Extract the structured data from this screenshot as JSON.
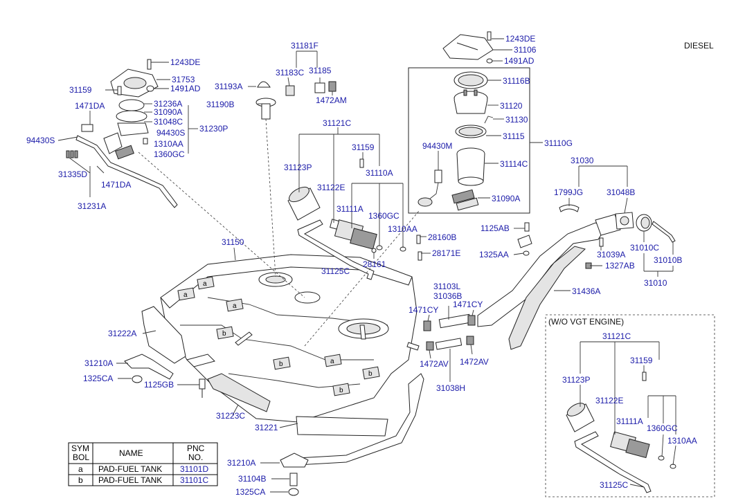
{
  "variant": "DIESEL",
  "sub_assembly_title": "(W/O VGT ENGINE)",
  "labels": {
    "l1243DE_a": "1243DE",
    "l1243DE_b": "1243DE",
    "l31106": "31106",
    "l1491AD_a": "1491AD",
    "l1491AD_b": "1491AD",
    "l31753": "31753",
    "l31159_a": "31159",
    "l31159_b": "31159",
    "l31159_c": "31159",
    "l1471DA_a": "1471DA",
    "l1471DA_b": "1471DA",
    "l31236A": "31236A",
    "l31090A_a": "31090A",
    "l31090A_b": "31090A",
    "l31048C": "31048C",
    "l94430S_a": "94430S",
    "l94430S_b": "94430S",
    "l31230P": "31230P",
    "l1310AA_a": "1310AA",
    "l1310AA_b": "1310AA",
    "l1310AA_c": "1310AA",
    "l1360GC_a": "1360GC",
    "l1360GC_b": "1360GC",
    "l1360GC_c": "1360GC",
    "l31335D": "31335D",
    "l31231A": "31231A",
    "l31181F": "31181F",
    "l31183C": "31183C",
    "l31185": "31185",
    "l31193A": "31193A",
    "l31190B": "31190B",
    "l1472AM": "1472AM",
    "l31116B": "31116B",
    "l31120": "31120",
    "l31130": "31130",
    "l31115": "31115",
    "l31110G": "31110G",
    "l94430M": "94430M",
    "l31114C": "31114C",
    "l31121C_a": "31121C",
    "l31121C_b": "31121C",
    "l31123P_a": "31123P",
    "l31123P_b": "31123P",
    "l31110A": "31110A",
    "l31122E_a": "31122E",
    "l31122E_b": "31122E",
    "l31111A_a": "31111A",
    "l31111A_b": "31111A",
    "l28160B": "28160B",
    "l28171E": "28171E",
    "l28161": "28161",
    "l31125C_a": "31125C",
    "l31125C_b": "31125C",
    "l31030": "31030",
    "l1799JG": "1799JG",
    "l31048B": "31048B",
    "l1125AB": "1125AB",
    "l1325AA": "1325AA",
    "l31039A": "31039A",
    "l31010C": "31010C",
    "l31010B": "31010B",
    "l1327AB": "1327AB",
    "l31010": "31010",
    "l31436A": "31436A",
    "l31150": "31150",
    "l31103L": "31103L",
    "l31036B": "31036B",
    "l1471CY_a": "1471CY",
    "l1471CY_b": "1471CY",
    "l1472AV_a": "1472AV",
    "l1472AV_b": "1472AV",
    "l31038H": "31038H",
    "l31222A": "31222A",
    "l31210A_a": "31210A",
    "l31210A_b": "31210A",
    "l1325CA_a": "1325CA",
    "l1325CA_b": "1325CA",
    "l1125GB": "1125GB",
    "l31223C": "31223C",
    "l31221": "31221",
    "l31104B": "31104B"
  },
  "tags": {
    "a": "a",
    "b": "b"
  },
  "legend": {
    "headers": {
      "symbol_line1": "SYM",
      "symbol_line2": "BOL",
      "name": "NAME",
      "pnc_line1": "PNC",
      "pnc_line2": "NO."
    },
    "rows": [
      {
        "symbol": "a",
        "name": "PAD-FUEL TANK",
        "pnc": "31101D"
      },
      {
        "symbol": "b",
        "name": "PAD-FUEL TANK",
        "pnc": "31101C"
      }
    ]
  },
  "colors": {
    "label": "#1a1aa8",
    "line": "#222222"
  }
}
